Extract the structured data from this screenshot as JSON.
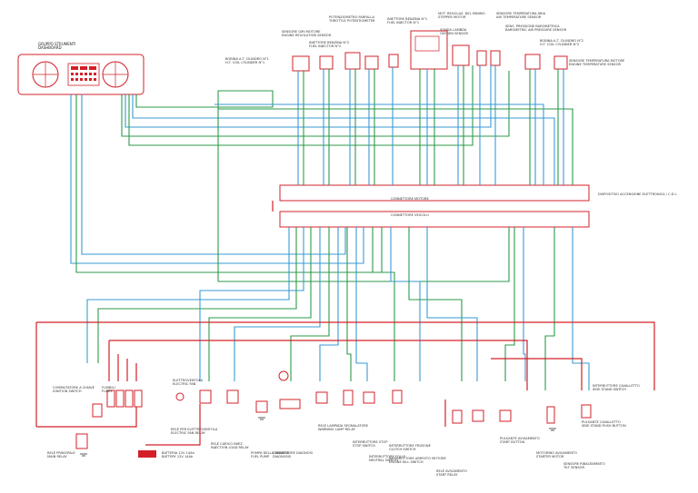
{
  "labels": {
    "dashboard": "GRUPPO STRUMENTI\nDASHBOARD",
    "ecu": "DISPOSITIVO ACCENSIONE ELETTRONICA / C.D.I.",
    "connector_engine": "CONNETTORE MOTORE",
    "connector_vehicle": "CONNETTORE VEICOLO",
    "coil1": "BOBINA A.T. CILINDRO N°1\nH.T. COIL CYLINDER N°1",
    "engine_rev": "SENSORE GIRI MOTORE\nENGINE REVOLUTION SENSOR",
    "injector2": "INIETTORE BENZINA N°2\nFUEL INJECTOR N°2",
    "tps": "POTENZIOMETRO FARFALLA\nTHROTTLE POTENTIOMETER",
    "injector1": "INIETTORE BENZINA N°1\nFUEL INJECTOR N°1",
    "idle": "MOT. REGOLAZ. DEL MINIMO\nSTEPPER MOTOR",
    "oxygen": "SONDA LAMBDA\nOXYGEN SENSOR",
    "air_temp": "SENSORE TEMPERATURA ARIA\nAIR TEMPERATURE SENSOR",
    "baro": "SENS. PRESSIONE BAROMETRICA\nBAROMETRIC AIR PRESSURE SENSOR",
    "coil2": "BOBINA A.T. CILINDRO N°2\nH.T. COIL CYLINDER N°2",
    "engine_temp": "SENSORE TEMPERATURA MOTORE\nENGINE TEMPERATURE SENSOR",
    "diagnosis": "CONNETTORE DIAGNOSI\nDIAGNOSIS",
    "fuel_pump": "POMPA DELLA BENZINA\nFUEL PUMP",
    "injection_relay": "RELÈ CARICO INIEZ.\nINJECTION LOAD RELAY",
    "fan": "ELETTROVENTOLA\nELECTRIC FAN",
    "fan_relay": "RELÈ PER ELETTROVENTOLA\nELECTRIC FAN RELAY",
    "main_relay": "RELÈ PRINCIPALE\nMAIN RELAY",
    "fuses": "FUSIBILI\nFUSES",
    "battery": "BATTERIA 12V 14Ah\nBATTERY 12V 14Ah",
    "ignition_switch": "COMMUTATORE A CHIAVE\nIGNITION SWITCH",
    "relay_lamps": "RELÈ LAMPADA SEGNALATORE\nWARNING LAMP RELAY",
    "stop_switch": "INTERRUTTORE STOP\nSTOP SWITCH",
    "neutral": "INTERRUTTORE FOLLE\nNEUTRAL SWITCH",
    "clutch": "INTERRUTTORE FRIZIONE\nCLUTCH SWITCH",
    "kill_switch": "INTERRUTTORE ARRESTO MOTORE\nENGINE KILL SWITCH",
    "start_button": "PULSANTE AVVIAMENTO\nSTART BUTTON",
    "sidestand": "INTERRUTTORE CAVALLETTO\nSIDE STAND SWITCH",
    "tilt": "SENSORE RIBALTAMENTO\nTILT SENSOR",
    "start_relay": "RELÈ AVVIAMENTO\nSTART RELAY",
    "starter": "MOTORINO AVVIAMENTO\nSTARTER MOTOR",
    "sidestand_btn": "PULSANTE CAVALLETTO\nSIDE STAND PUSH BUTTON"
  },
  "colors": {
    "power": "#d32028",
    "ground": "#2c9a4a",
    "signal": "#3a9ad4",
    "wire": "#333333"
  }
}
